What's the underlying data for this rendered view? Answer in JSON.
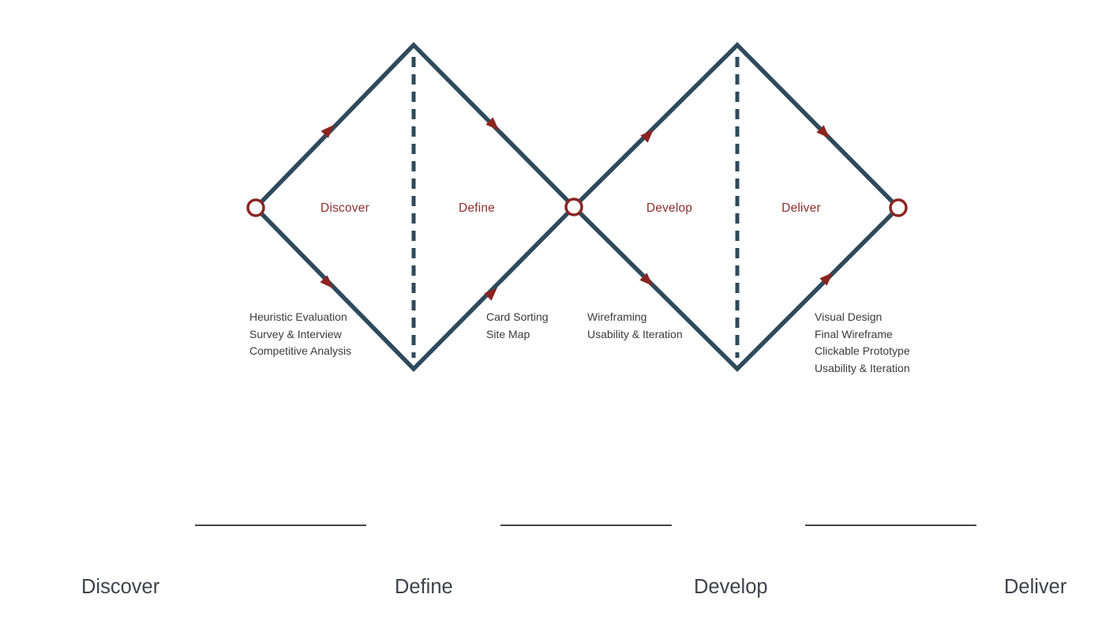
{
  "diagram": {
    "name": "Double Diamond design process",
    "phase_labels": [
      {
        "label": "Discover"
      },
      {
        "label": "Define"
      },
      {
        "label": "Develop"
      },
      {
        "label": "Deliver"
      }
    ],
    "notes": [
      {
        "lines": [
          "Heuristic Evaluation",
          "Survey & Interview",
          "Competitive Analysis"
        ]
      },
      {
        "lines": [
          "Card Sorting",
          "Site Map"
        ]
      },
      {
        "lines": [
          "Wireframing",
          "Usability & Iteration"
        ]
      },
      {
        "lines": [
          "Visual Design",
          "Final Wireframe",
          "Clickable Prototype",
          "Usability & Iteration"
        ]
      }
    ],
    "colors": {
      "edge_line": "#2e4a5c",
      "arrow_red": "#8b2420",
      "node_ring_red": "#8a2622",
      "phase_label_red": "#8f2f2c",
      "note_text": "#3b3b3b"
    }
  },
  "word_bank": {
    "labels": [
      {
        "label": "Discover"
      },
      {
        "label": "Define"
      },
      {
        "label": "Develop"
      },
      {
        "label": "Deliver"
      }
    ],
    "blank_count": 3,
    "text_color": "#3d434a",
    "blank_color": "#474747"
  }
}
